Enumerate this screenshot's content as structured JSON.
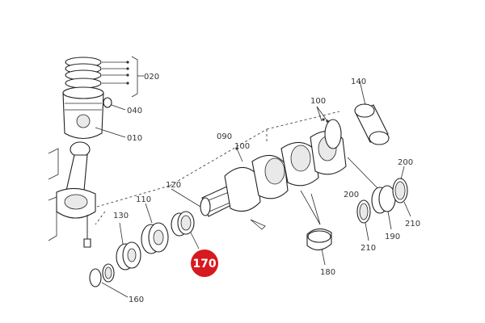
{
  "diagram": {
    "labels": {
      "l020": "020",
      "l040": "040",
      "l010": "010",
      "l090": "090",
      "l100a": "100",
      "l100b": "100",
      "l140": "140",
      "l120": "120",
      "l110": "110",
      "l130": "130",
      "l160": "160",
      "l180": "180",
      "l200a": "200",
      "l200b": "200",
      "l210a": "210",
      "l210b": "210",
      "l190": "190"
    },
    "highlight": {
      "text": "170",
      "color": "#d71920"
    }
  }
}
